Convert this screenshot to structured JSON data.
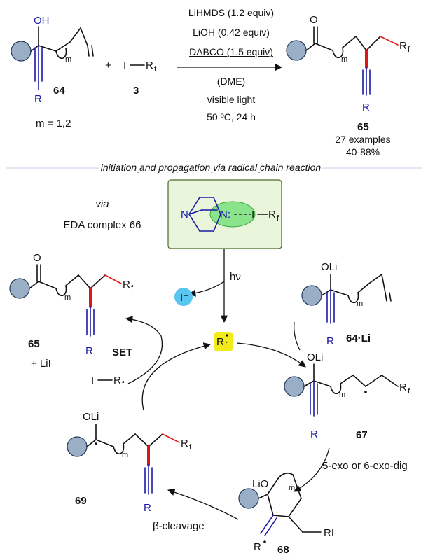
{
  "top": {
    "reactant_oh": "OH",
    "m_label": "m",
    "r_label": "R",
    "reactant_label": "64",
    "m_values": "m = 1,2",
    "plus": "+",
    "iodine": "I",
    "rf": "R",
    "rf_sub": "f",
    "reagent_label": "3",
    "conditions": [
      "LiHMDS (1.2 equiv)",
      "LiOH (0.42 equiv)",
      "DABCO (1.5 equiv)",
      "(DME)",
      "visible light",
      "50 ºC, 24 h"
    ],
    "product_o": "O",
    "product_label": "65",
    "examples": "27 examples",
    "yield": "40-88%"
  },
  "mechanism": {
    "heading": "initiation and propagation via radical chain reaction",
    "via": "via",
    "eda_label": "EDA complex 66",
    "nitrogen": "N",
    "nitrogen_lp": "N:",
    "hv": "hν",
    "iodide": "I⁻",
    "oli": "OLi",
    "lio": "LiO",
    "li_label": "64·Li",
    "label_67": "67",
    "label_68": "68",
    "label_69": "69",
    "cyclization": "5-exo or 6-exo-dig",
    "beta_cleavage": "β-cleavage",
    "set": "SET",
    "byproduct": "+ LiI",
    "rf_plain": "Rf"
  },
  "colors": {
    "ball": "#9aaec6",
    "highlight_bond": "#e01515",
    "blue_text": "#1a1aa6",
    "eda_box": "#eaf6dc",
    "eda_ellipse": "#8be38b",
    "iodide": "#58c6ef",
    "radical": "#f3ea1a"
  }
}
